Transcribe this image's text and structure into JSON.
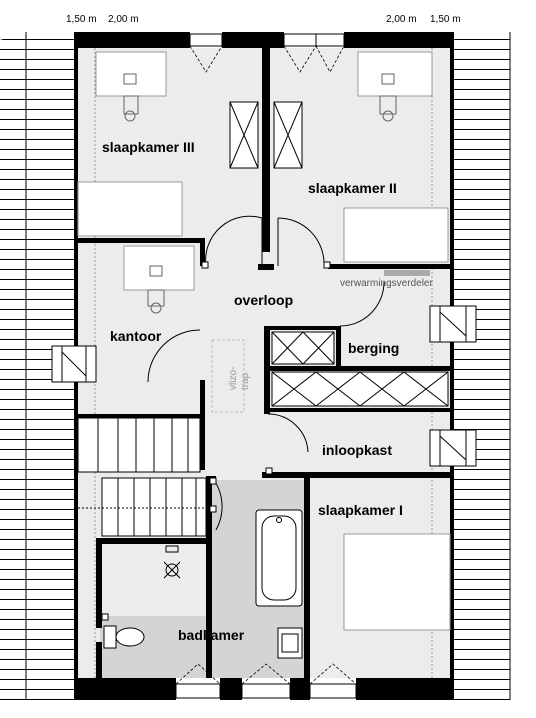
{
  "dimensions": {
    "left": [
      "1,50 m",
      "2,00 m"
    ],
    "right": [
      "2,00 m",
      "1,50 m"
    ]
  },
  "rooms": {
    "slaapkamer_iii": "slaapkamer III",
    "slaapkamer_ii": "slaapkamer II",
    "slaapkamer_i": "slaapkamer I",
    "overloop": "overloop",
    "kantoor": "kantoor",
    "berging": "berging",
    "inloopkast": "inloopkast",
    "badkamer": "badkamer"
  },
  "labels": {
    "verwarmingsverdeler": "verwarmingsverdeler",
    "vlizo_line1": "vlizo-",
    "vlizo_line2": "trap"
  },
  "colors": {
    "floor": "#ececec",
    "wall": "#000000",
    "bathroom": "#d4d4d4",
    "roof_hatch": "#000000"
  }
}
